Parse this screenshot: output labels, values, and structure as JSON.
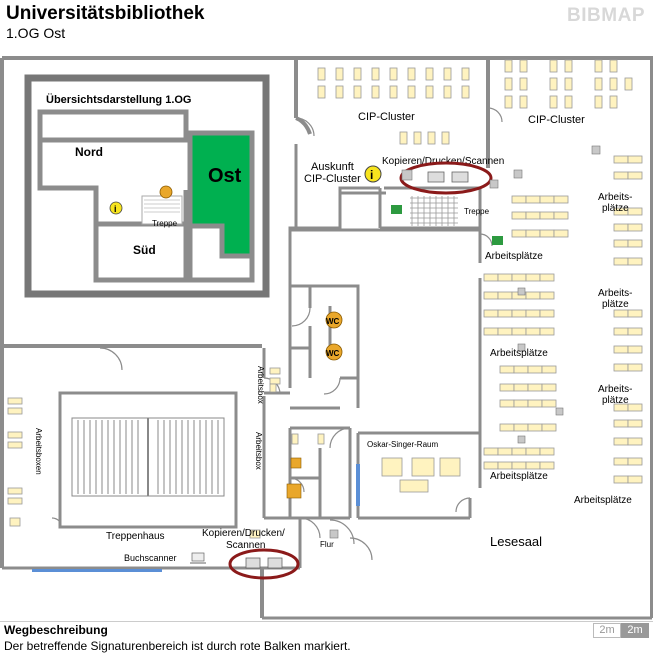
{
  "header": {
    "title": "Universitätsbibliothek",
    "subtitle": "1.OG Ost",
    "brand": "BIBMAP"
  },
  "overview": {
    "title": "Übersichtsdarstellung 1.OG",
    "sections": [
      "Nord",
      "Ost",
      "Süd"
    ],
    "highlight_section": "Ost",
    "stair_label": "Treppe",
    "highlight_color": "#00b050"
  },
  "rooms": {
    "cip_cluster_1": "CIP-Cluster",
    "cip_cluster_2": "CIP-Cluster",
    "auskunft_1": "Auskunft",
    "auskunft_2": "CIP-Cluster",
    "kopieren_top": "Kopieren/Drucken/Scannen",
    "treppe": "Treppe",
    "arbeitsplaetze_1": "Arbeitsplätze",
    "arbeitsplaetze_2": "Arbeitsplätze",
    "arbeitsplaetze_3": "Arbeitsplätze",
    "arbeitsplaetze_4": "Arbeitsplätze",
    "arbeitsplaetze_right_1": [
      "Arbeits-",
      "plätze"
    ],
    "arbeitsplaetze_right_2": [
      "Arbeits-",
      "plätze"
    ],
    "arbeitsplaetze_right_3": [
      "Arbeits-",
      "plätze"
    ],
    "arbeitsbox_1": "Arbeitsbox",
    "arbeitsbox_2": "Arbeitsbox",
    "arbeitsboxen": "Arbeitsboxen",
    "oskar_singer": "Oskar-Singer-Raum",
    "treppenhaus": "Treppenhaus",
    "kopieren_bottom": [
      "Kopieren/Drucken/",
      "Scannen"
    ],
    "buchscanner": "Buchscanner",
    "flur": "Flur",
    "lesesaal": "Lesesaal",
    "wc": "WC",
    "info": "i"
  },
  "colors": {
    "wall": "#8c8c8c",
    "desk": "#fff3c0",
    "desk_border": "#999999",
    "marker": "#8b1a1a",
    "icon_bg": "#e9a72b",
    "water": "#5b8fd6"
  },
  "footer": {
    "heading": "Wegbeschreibung",
    "text": "Der betreffende Signaturenbereich ist durch rote Balken markiert.",
    "scale_a": "2m",
    "scale_b": "2m"
  }
}
